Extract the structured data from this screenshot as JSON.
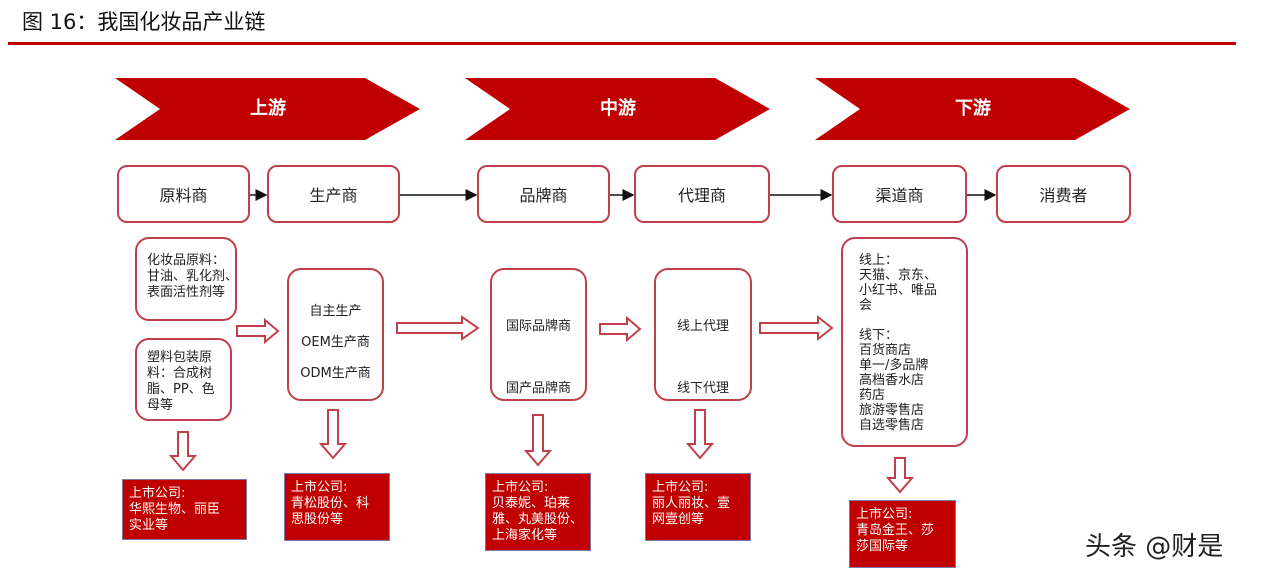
{
  "title": "图 16：我国化妆品产业链",
  "stages": [
    "上游",
    "中游",
    "下游"
  ],
  "nodes": [
    "原料商",
    "生产商",
    "品牌商",
    "代理商",
    "渠道商",
    "消费者"
  ],
  "details": {
    "raw1": [
      "化妆品原料：",
      "甘油、乳化剂、",
      "表面活性剂等"
    ],
    "raw2": [
      "塑料包装原",
      "料：合成树",
      "脂、PP、色",
      "母等"
    ],
    "producer": [
      "自主生产",
      "OEM生产商",
      "ODM生产商"
    ],
    "brand": [
      "国际品牌商",
      "国产品牌商"
    ],
    "agent": [
      "线上代理",
      "线下代理"
    ],
    "channel": [
      "线上：",
      "天猫、京东、",
      "小红书、唯品",
      "会",
      "",
      "线下：",
      "百货商店",
      "单一/多品牌",
      "高档香水店",
      "药店",
      "旅游零售店",
      "自选零售店"
    ]
  },
  "listed": {
    "raw": [
      "上市公司:",
      "华熙生物、丽臣",
      "实业等"
    ],
    "producer": [
      "上市公司:",
      "青松股份、科",
      "思股份等"
    ],
    "brand": [
      "上市公司:",
      "贝泰妮、珀莱",
      "雅、丸美股份、",
      "上海家化等"
    ],
    "agent": [
      "上市公司:",
      "丽人丽妆、壹",
      "网壹创等"
    ],
    "channel": [
      "上市公司:",
      "青岛金王、莎",
      "莎国际等"
    ]
  },
  "watermark": "头条 @财是",
  "colors": {
    "accent": "#c00000",
    "border": "#c0404a"
  }
}
